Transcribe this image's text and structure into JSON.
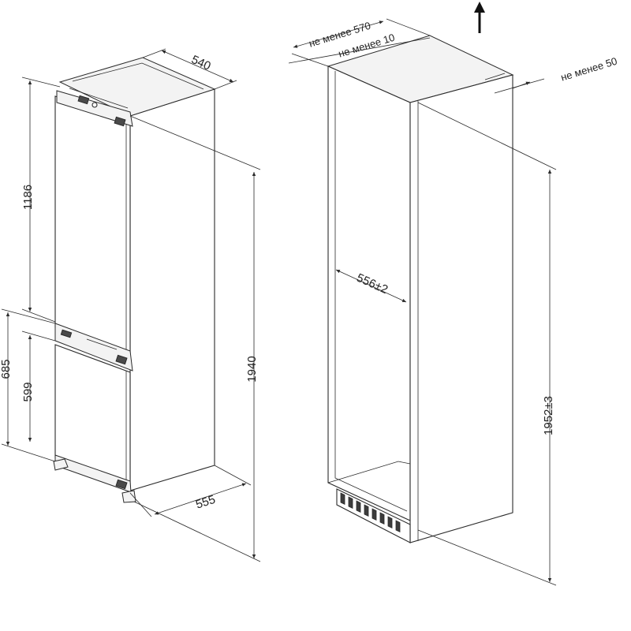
{
  "dimensions": {
    "fridge_width": "540",
    "fridge_depth": "555",
    "fridge_height": "1940",
    "fridge_upper": "1186",
    "fridge_lower_door": "599",
    "fridge_lower_section": "685",
    "niche_width": "556±2",
    "niche_height": "1952±3",
    "niche_depth_min": "не менее 570",
    "back_gap_min": "не менее 10",
    "top_vent_min": "не менее 50"
  },
  "icons": {
    "airflow": "arrow-up-icon"
  }
}
